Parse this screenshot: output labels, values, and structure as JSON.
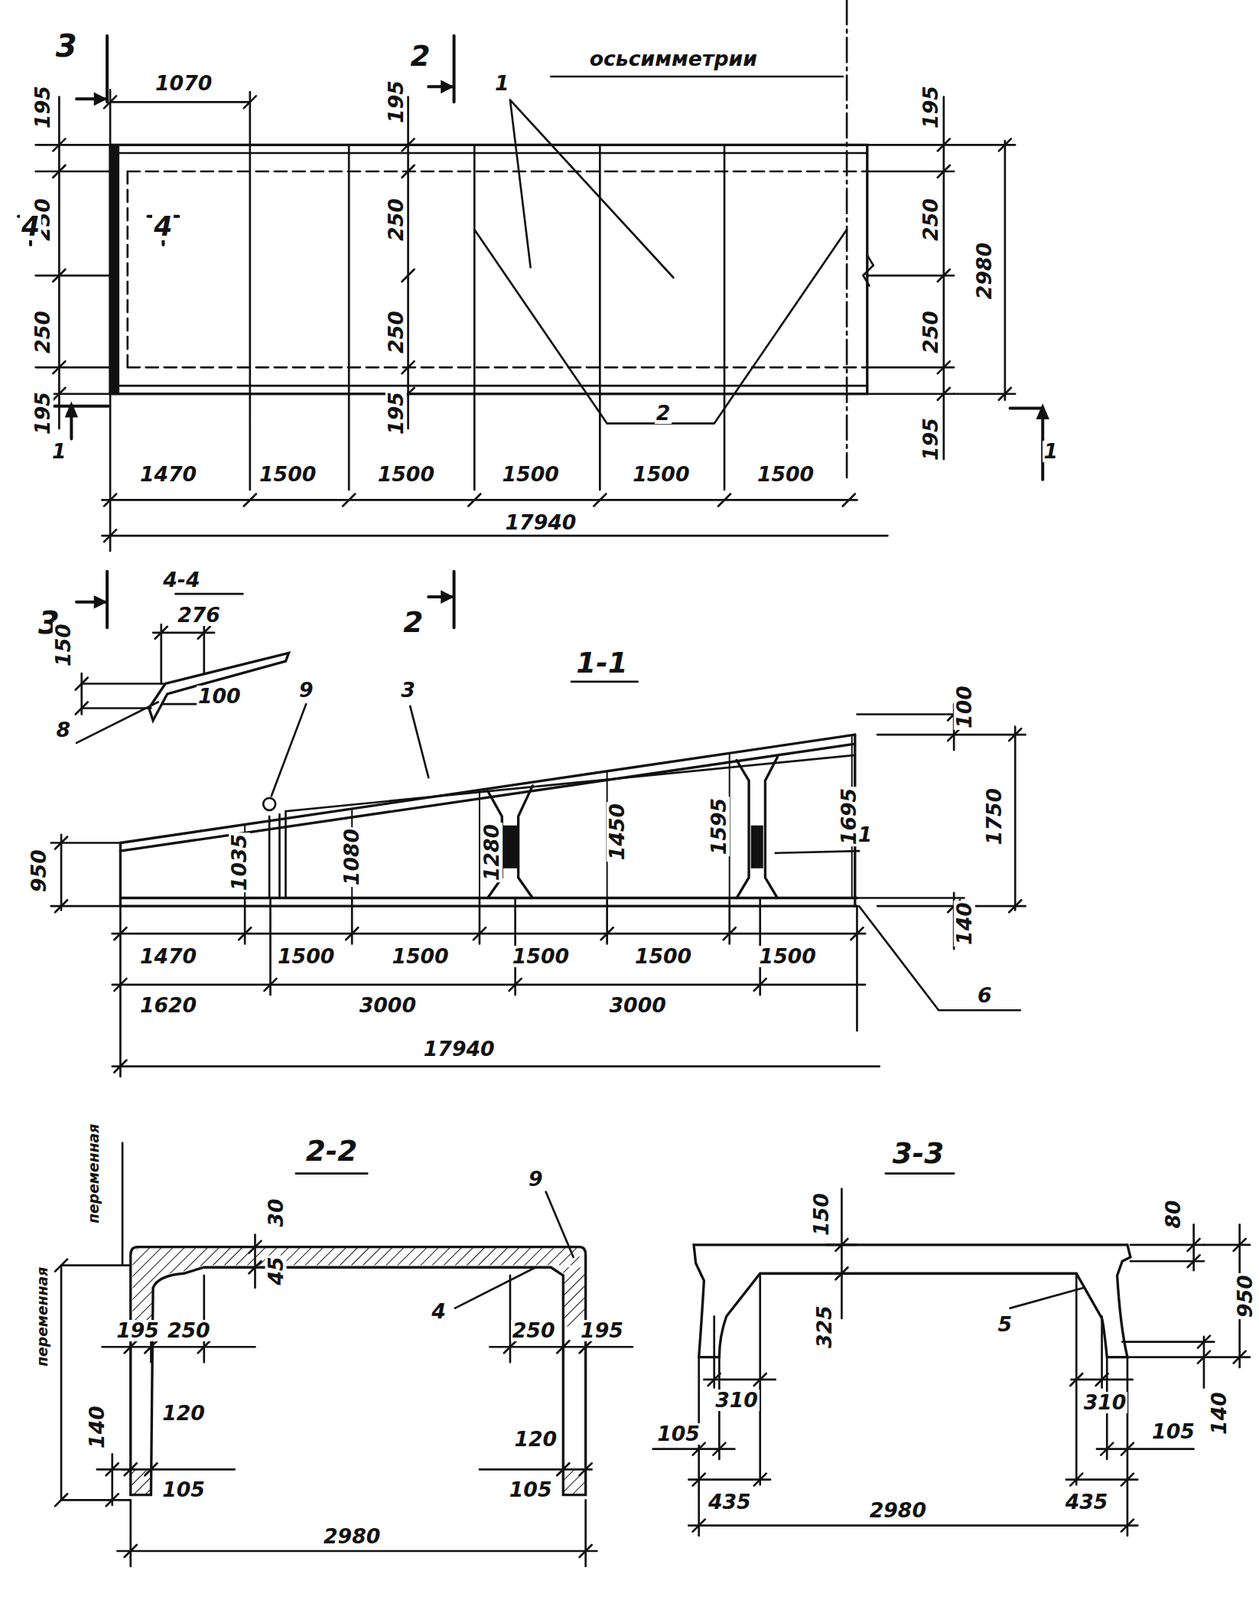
{
  "diagram": {
    "labels": [
      "3",
      "195",
      "1070",
      "2",
      "195",
      "осьсимметрии",
      "1",
      "195",
      "250",
      "4",
      "4",
      "250",
      "250",
      "2980",
      "250",
      "250",
      "250",
      "195",
      "195",
      "195",
      "1",
      "2",
      "1",
      "1470",
      "1500",
      "1500",
      "1500",
      "1500",
      "1500",
      "17940",
      "3",
      "4-4",
      "2",
      "276",
      "150",
      "100",
      "8",
      "1-1",
      "9",
      "3",
      "100",
      "950",
      "1035",
      "1080",
      "1280",
      "1450",
      "1595",
      "1695",
      "1750",
      "1",
      "140",
      "6",
      "1470",
      "1500",
      "1500",
      "1500",
      "1500",
      "1500",
      "1620",
      "3000",
      "3000",
      "17940",
      "2-2",
      "9",
      "переменная",
      "30",
      "переменная",
      "45",
      "4",
      "195",
      "250",
      "250",
      "195",
      "140",
      "120",
      "120",
      "105",
      "105",
      "2980",
      "3-3",
      "150",
      "80",
      "950",
      "5",
      "325",
      "310",
      "310",
      "140",
      "105",
      "105",
      "435",
      "435",
      "2980"
    ]
  }
}
